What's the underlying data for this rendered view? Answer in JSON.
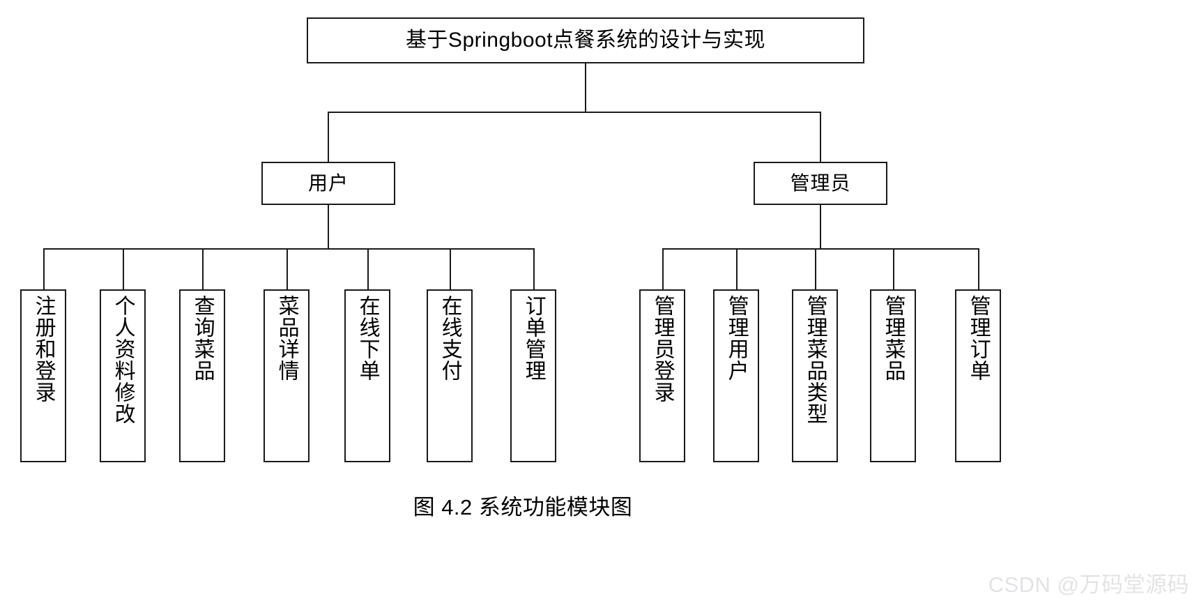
{
  "diagram": {
    "root": {
      "label": "基于Springboot点餐系统的设计与实现"
    },
    "branches": [
      {
        "id": "user",
        "label": "用户"
      },
      {
        "id": "admin",
        "label": "管理员"
      }
    ],
    "user_leaves": [
      {
        "label": "注册和登录"
      },
      {
        "label": "个人资料修改"
      },
      {
        "label": "查询菜品"
      },
      {
        "label": "菜品详情"
      },
      {
        "label": "在线下单"
      },
      {
        "label": "在线支付"
      },
      {
        "label": "订单管理"
      }
    ],
    "admin_leaves": [
      {
        "label": "管理员登录"
      },
      {
        "label": "管理用户"
      },
      {
        "label": "管理菜品类型"
      },
      {
        "label": "管理菜品"
      },
      {
        "label": "管理订单"
      }
    ]
  },
  "caption": {
    "text": "图 4.2  系统功能模块图"
  },
  "watermark": {
    "text": "CSDN @万码堂源码"
  },
  "colors": {
    "stroke": "#1a1a1a",
    "background": "#ffffff",
    "watermark": "#e3e3e6"
  }
}
